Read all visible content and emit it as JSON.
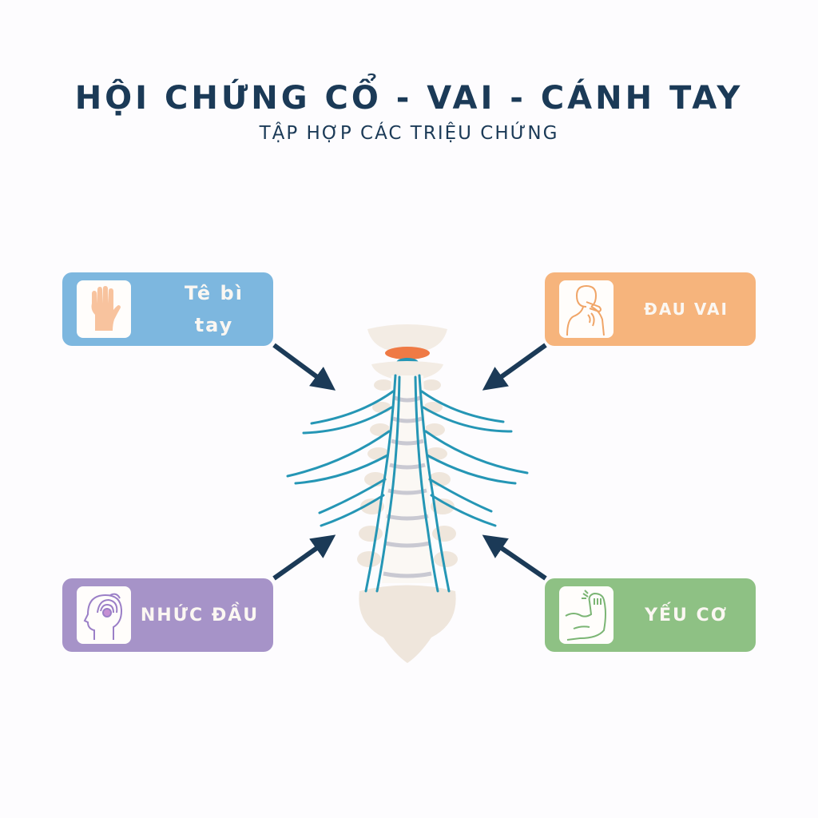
{
  "header": {
    "title": "HỘI CHỨNG CỔ - VAI - CÁNH TAY",
    "subtitle": "TẬP HỢP CÁC TRIỆU CHỨNG"
  },
  "symptoms": [
    {
      "label": "Tê bì\ntay",
      "icon": "hand-icon",
      "color": "#7db7df",
      "position": "top-left"
    },
    {
      "label": "ĐAU VAI",
      "icon": "shoulder-pain-icon",
      "color": "#f6b47c",
      "position": "top-right"
    },
    {
      "label": "NHỨC ĐẦU",
      "icon": "headache-icon",
      "color": "#a693c8",
      "position": "bottom-left"
    },
    {
      "label": "YẾU CƠ",
      "icon": "muscle-arm-icon",
      "color": "#8ec184",
      "position": "bottom-right"
    }
  ],
  "diagram": {
    "center": "spine-with-nerves",
    "arrow_color": "#1b3a57",
    "nerve_color": "#2596b5",
    "bone_color": "#f3ece4",
    "disc_color": "#c9c9d2",
    "highlight_color": "#ef7a45"
  }
}
